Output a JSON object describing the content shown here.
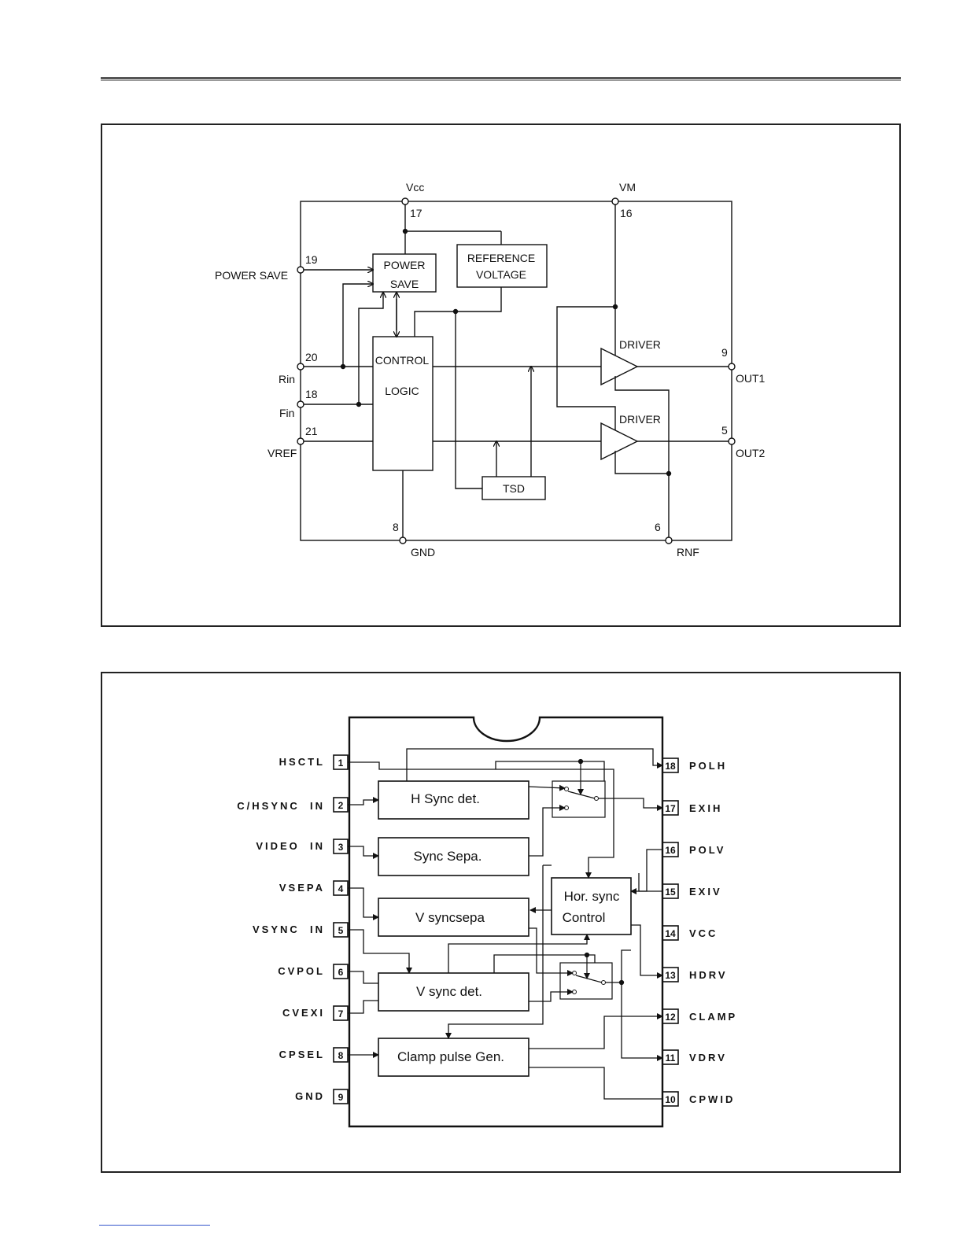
{
  "motor_driver": {
    "supply": {
      "vcc": "Vcc",
      "vcc_pin": "17",
      "vm": "VM",
      "vm_pin": "16"
    },
    "inputs": [
      {
        "name": "POWER SAVE",
        "pin": "19"
      },
      {
        "name": "Rin",
        "pin": "20"
      },
      {
        "name": "Fin",
        "pin": "18"
      },
      {
        "name": "VREF",
        "pin": "21"
      }
    ],
    "outputs": [
      {
        "name": "OUT1",
        "pin": "9"
      },
      {
        "name": "OUT2",
        "pin": "5"
      }
    ],
    "ground": {
      "gnd": "GND",
      "gnd_pin": "8",
      "rnf": "RNF",
      "rnf_pin": "6"
    },
    "blocks": {
      "power_save_l1": "POWER",
      "power_save_l2": "SAVE",
      "reference_l1": "REFERENCE",
      "reference_l2": "VOLTAGE",
      "control_l1": "CONTROL",
      "control_l2": "LOGIC",
      "driver1": "DRIVER",
      "driver2": "DRIVER",
      "tsd": "TSD"
    }
  },
  "sync_ic": {
    "left_pins": [
      {
        "num": "1",
        "name": "HSCTL"
      },
      {
        "num": "2",
        "name": "C/HSYNC  IN"
      },
      {
        "num": "3",
        "name": "VIDEO  IN"
      },
      {
        "num": "4",
        "name": "VSEPA"
      },
      {
        "num": "5",
        "name": "VSYNC  IN"
      },
      {
        "num": "6",
        "name": "CVPOL"
      },
      {
        "num": "7",
        "name": "CVEXI"
      },
      {
        "num": "8",
        "name": "CPSEL"
      },
      {
        "num": "9",
        "name": "GND"
      }
    ],
    "right_pins": [
      {
        "num": "18",
        "name": "POLH"
      },
      {
        "num": "17",
        "name": "EXIH"
      },
      {
        "num": "16",
        "name": "POLV"
      },
      {
        "num": "15",
        "name": "EXIV"
      },
      {
        "num": "14",
        "name": "VCC"
      },
      {
        "num": "13",
        "name": "HDRV"
      },
      {
        "num": "12",
        "name": "CLAMP"
      },
      {
        "num": "11",
        "name": "VDRV"
      },
      {
        "num": "10",
        "name": "CPWID"
      }
    ],
    "blocks": {
      "h_sync_det": "H Sync det.",
      "sync_sepa": "Sync Sepa.",
      "v_syncsepa": "V syncsepa",
      "hor_sync_l1": "Hor. sync",
      "hor_sync_l2": "Control",
      "v_sync_det": "V sync det.",
      "clamp_pulse": "Clamp pulse Gen."
    }
  }
}
